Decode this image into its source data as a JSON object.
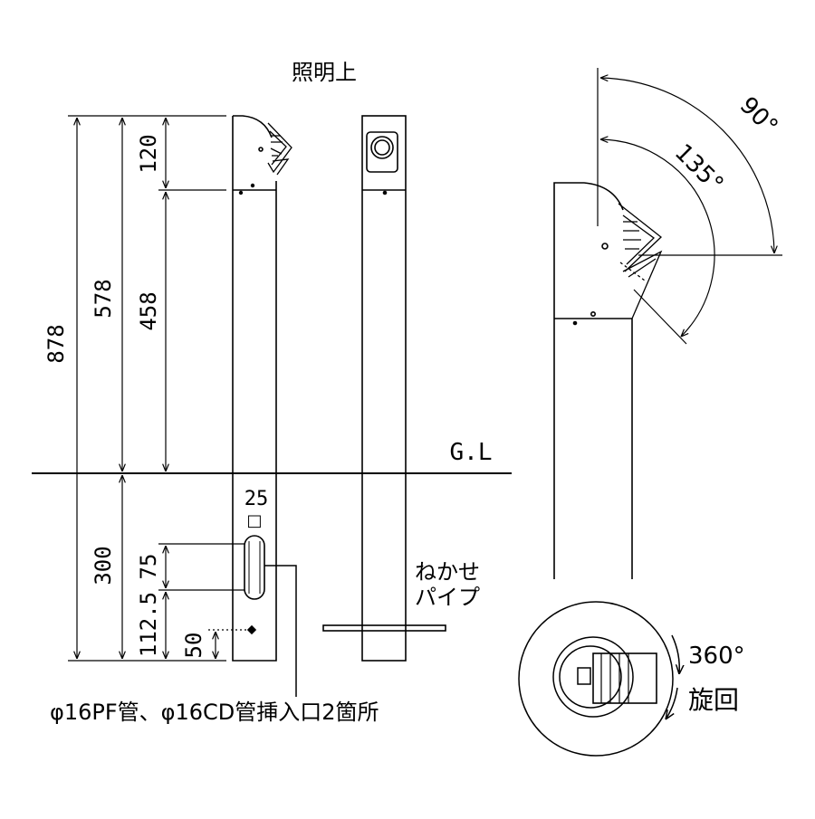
{
  "labels": {
    "top_caption": "照明上",
    "ground_line": "G.L",
    "dim_878": "878",
    "dim_578": "578",
    "dim_458": "458",
    "dim_120": "120",
    "dim_300": "300",
    "dim_75": "75",
    "dim_112_5": "112.5",
    "dim_50": "50",
    "dim_25": "25",
    "square_symbol": "□",
    "nekase_line1": "ねかせ",
    "nekase_line2": "パイプ",
    "conduit_note": "φ16PF管、φ16CD管挿入口2箇所",
    "angle_90": "90°",
    "angle_135": "135°",
    "rotate_360": "360°",
    "rotate_label": "旋回"
  }
}
